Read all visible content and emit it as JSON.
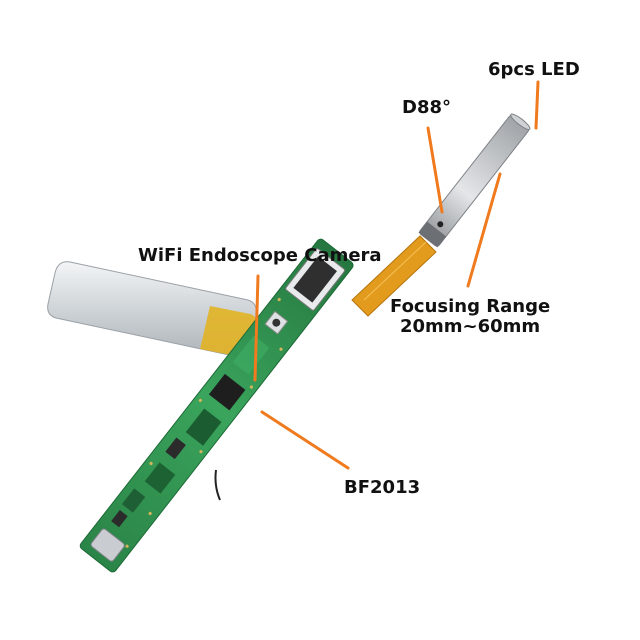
{
  "labels": {
    "led": "6pcs LED",
    "angle": "D88°",
    "title": "WiFi Endoscope Camera",
    "focus_line1": "Focusing Range",
    "focus_line2": "20mm~60mm",
    "chip": "BF2013"
  },
  "colors": {
    "callout": "#f07a1e",
    "pcb": "#2f8f4e",
    "pcb_dark": "#1f6e39",
    "battery": "#d9dde0",
    "battery_tape": "#e0b124",
    "flex_cable": "#e09b1c",
    "probe": "#b9bcbf"
  }
}
